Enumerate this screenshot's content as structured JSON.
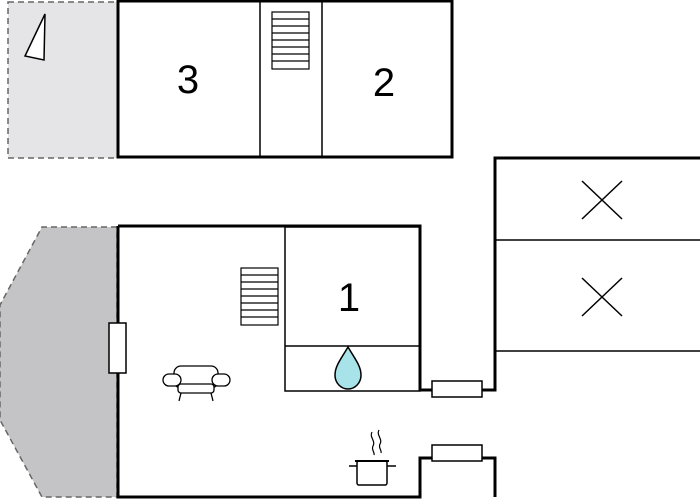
{
  "floor_plan": {
    "upper_floor": {
      "rooms": [
        {
          "id": "room-3",
          "number": "3"
        },
        {
          "id": "room-2",
          "number": "2"
        }
      ],
      "balcony_fill": "#e5e5e7"
    },
    "ground_floor": {
      "rooms": [
        {
          "id": "room-1",
          "number": "1"
        }
      ],
      "terrace_fill": "#c4c4c6"
    },
    "icons": [
      "compass-north-icon",
      "stairs-icon",
      "shower-drop-icon",
      "sofa-icon",
      "cooking-pot-icon",
      "window-icon",
      "open-space-cross-icon"
    ],
    "colors": {
      "wall": "#000000",
      "water": "#a8e3ea",
      "background": "#ffffff"
    }
  }
}
